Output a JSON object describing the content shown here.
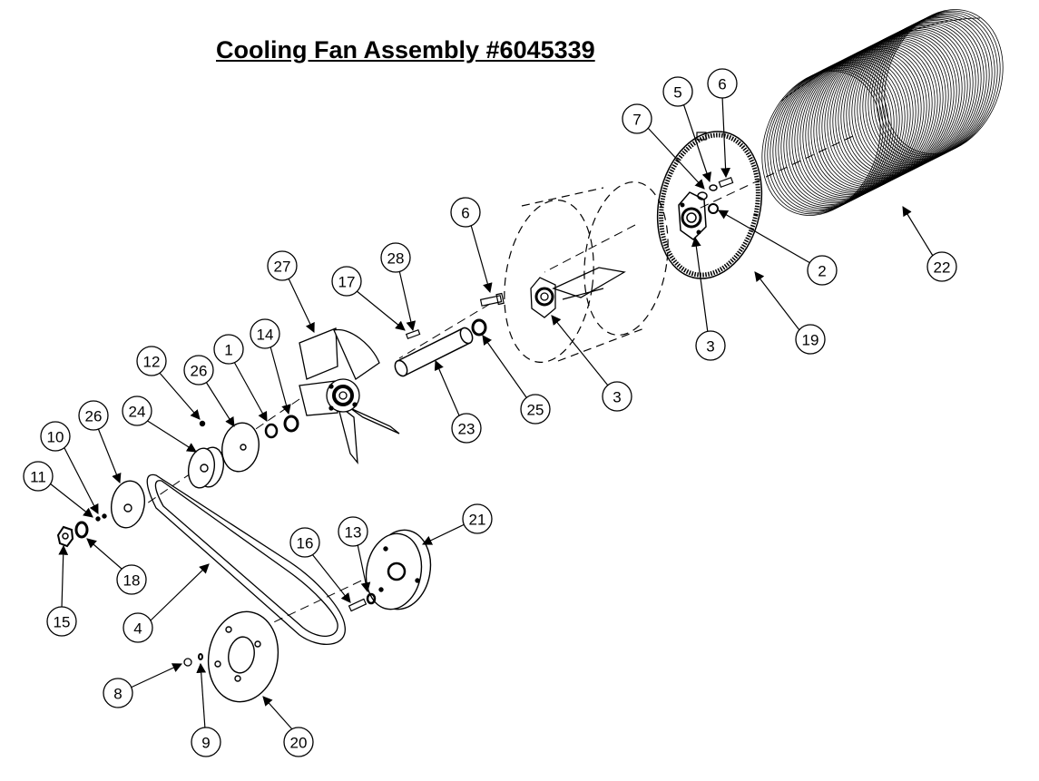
{
  "title": "Cooling Fan Assembly #6045339",
  "callouts": [
    {
      "id": "c7",
      "label": "7"
    },
    {
      "id": "c5",
      "label": "5"
    },
    {
      "id": "c6a",
      "label": "6"
    },
    {
      "id": "c6b",
      "label": "6"
    },
    {
      "id": "c2",
      "label": "2"
    },
    {
      "id": "c22",
      "label": "22"
    },
    {
      "id": "c3a",
      "label": "3"
    },
    {
      "id": "c3b",
      "label": "3"
    },
    {
      "id": "c19",
      "label": "19"
    },
    {
      "id": "c28",
      "label": "28"
    },
    {
      "id": "c17",
      "label": "17"
    },
    {
      "id": "c27",
      "label": "27"
    },
    {
      "id": "c23",
      "label": "23"
    },
    {
      "id": "c25",
      "label": "25"
    },
    {
      "id": "c14",
      "label": "14"
    },
    {
      "id": "c1",
      "label": "1"
    },
    {
      "id": "c26a",
      "label": "26"
    },
    {
      "id": "c12",
      "label": "12"
    },
    {
      "id": "c24",
      "label": "24"
    },
    {
      "id": "c26b",
      "label": "26"
    },
    {
      "id": "c10",
      "label": "10"
    },
    {
      "id": "c11",
      "label": "11"
    },
    {
      "id": "c18",
      "label": "18"
    },
    {
      "id": "c15",
      "label": "15"
    },
    {
      "id": "c4",
      "label": "4"
    },
    {
      "id": "c16",
      "label": "16"
    },
    {
      "id": "c13",
      "label": "13"
    },
    {
      "id": "c21",
      "label": "21"
    },
    {
      "id": "c8",
      "label": "8"
    },
    {
      "id": "c9",
      "label": "9"
    },
    {
      "id": "c20",
      "label": "20"
    }
  ]
}
